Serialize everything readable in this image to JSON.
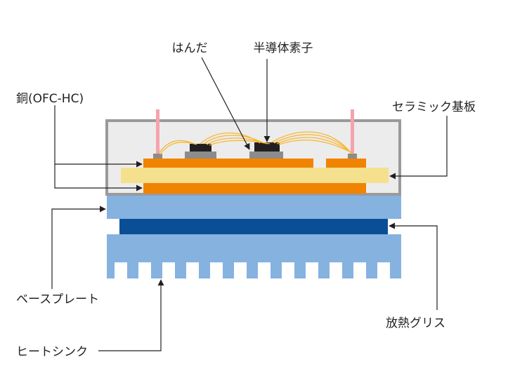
{
  "diagram": {
    "labels": {
      "solder": "はんだ",
      "semiconductor": "半導体素子",
      "copper": "銅(OFC-HC)",
      "ceramic_substrate": "セラミック基板",
      "base_plate": "ベースプレート",
      "thermal_grease": "放熱グリス",
      "heat_sink": "ヒートシンク"
    },
    "colors": {
      "case_border": "#9a9a9a",
      "case_fill": "#ececec",
      "terminal": "#f4a3ad",
      "copper": "#f08300",
      "ceramic": "#f5e08e",
      "chip": "#231f20",
      "solder": "#8c8c8c",
      "wire": "#f7b731",
      "base_plate": "#86b2e0",
      "thermal_grease": "#0a4f96",
      "heat_sink": "#86b2e0",
      "leader": "#231f20"
    }
  }
}
